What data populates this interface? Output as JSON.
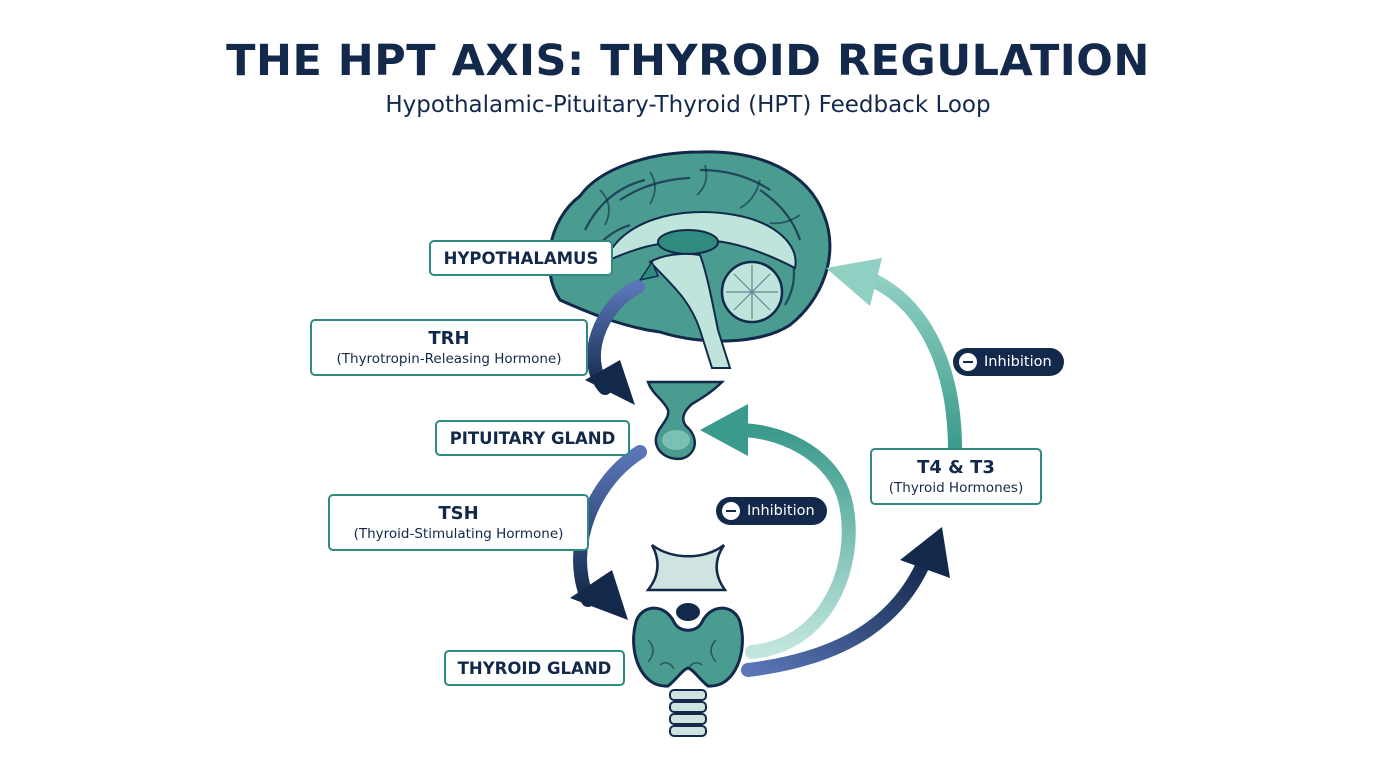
{
  "title": "THE HPT AXIS: THYROID REGULATION",
  "subtitle": "Hypothalamic-Pituitary-Thyroid (HPT) Feedback Loop",
  "labels": {
    "hypothalamus": "HYPOTHALAMUS",
    "pituitary": "PITUITARY GLAND",
    "thyroid": "THYROID GLAND"
  },
  "hormones": {
    "trh": {
      "abbr": "TRH",
      "full": "(Thyrotropin-Releasing Hormone)"
    },
    "tsh": {
      "abbr": "TSH",
      "full": "(Thyroid-Stimulating Hormone)"
    },
    "t4t3": {
      "abbr": "T4 & T3",
      "full": "(Thyroid Hormones)"
    }
  },
  "inhibition": {
    "upper": "Inhibition",
    "lower": "Inhibition"
  },
  "colors": {
    "navy": "#13294b",
    "teal": "#3a9a8c",
    "teal_light": "#8fd0c2",
    "box_border": "#2f8a7f"
  },
  "icons": [
    "brain-icon",
    "pituitary-icon",
    "thyroid-icon",
    "minus-icon"
  ]
}
